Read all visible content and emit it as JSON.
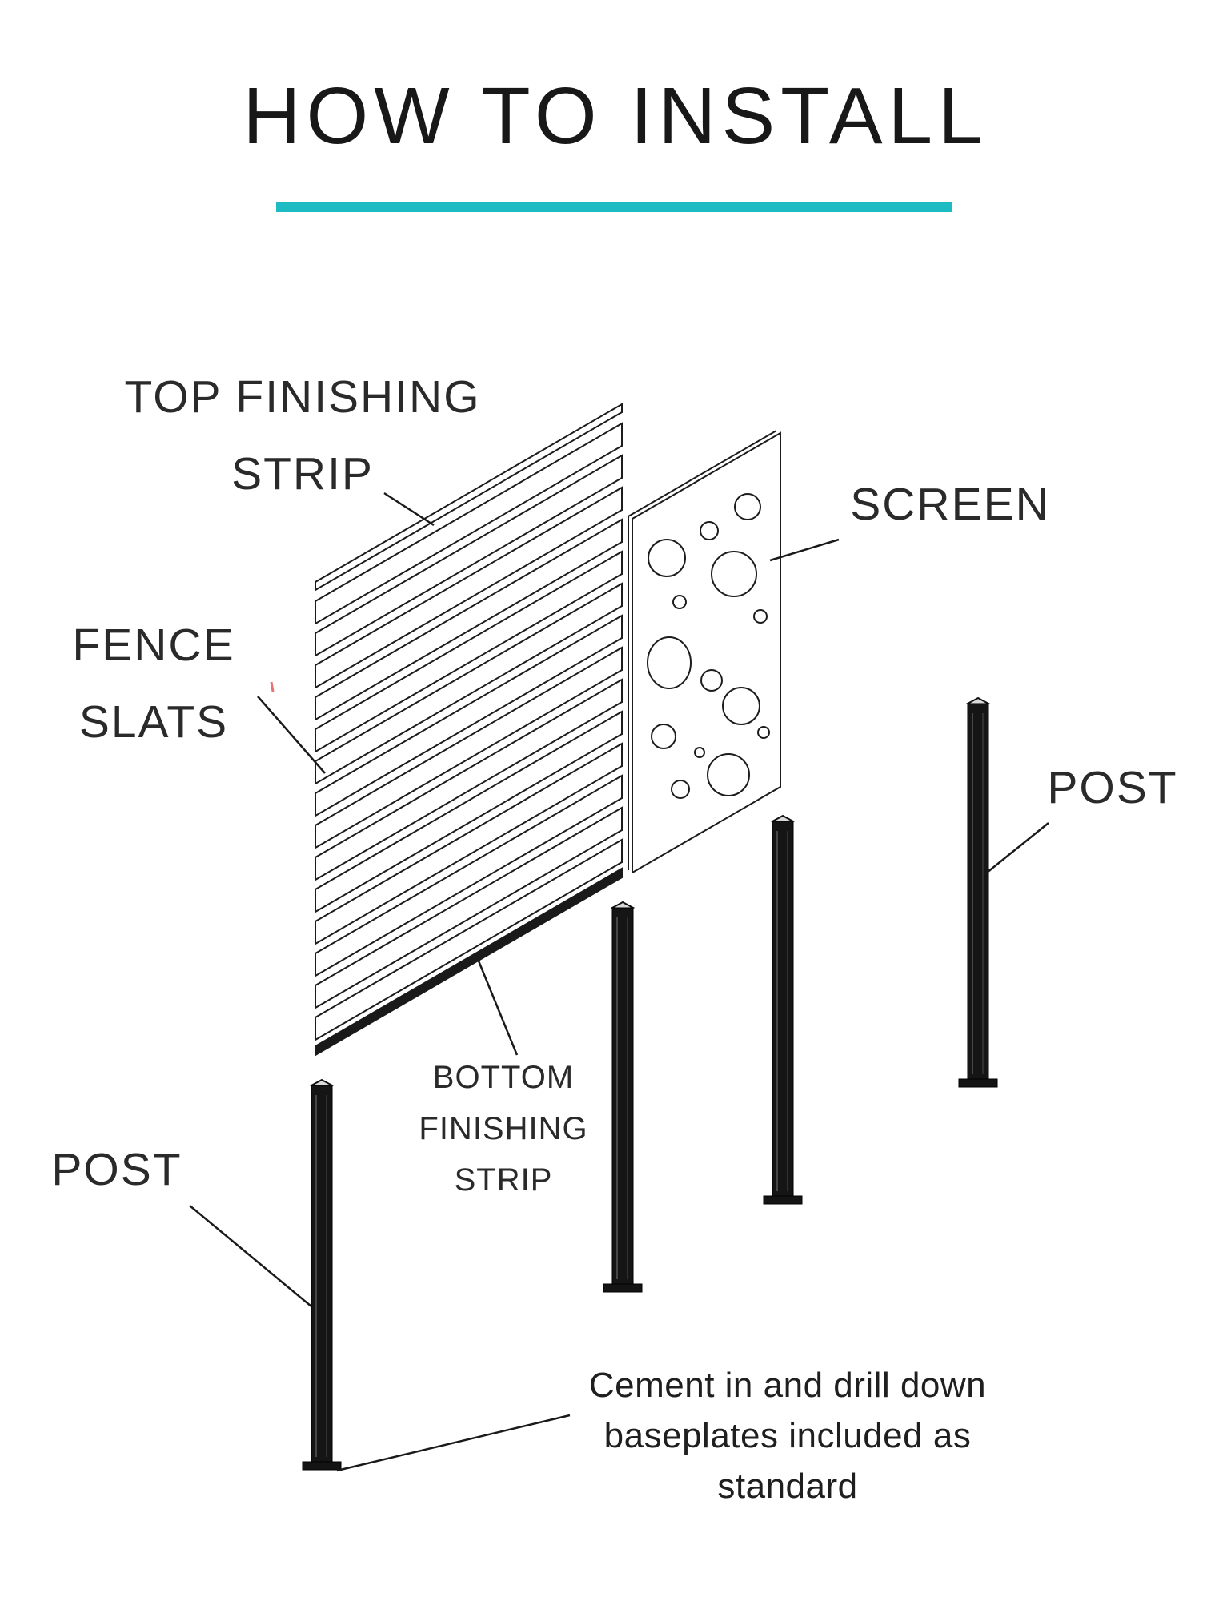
{
  "page": {
    "title": "HOW TO INSTALL",
    "accent_color": "#1CBCC2",
    "line_color": "#1a1a1a",
    "tick_color": "#e57373",
    "background": "#ffffff"
  },
  "labels": {
    "top_finishing_strip": {
      "line1": "TOP FINISHING",
      "line2": "STRIP"
    },
    "screen": {
      "line1": "SCREEN"
    },
    "fence_slats": {
      "line1": "FENCE",
      "line2": "SLATS"
    },
    "post_right": {
      "line1": "POST"
    },
    "post_left": {
      "line1": "POST"
    },
    "bottom_finishing_strip": {
      "line1": "BOTTOM",
      "line2": "FINISHING",
      "line3": "STRIP"
    },
    "baseplate_note": {
      "line1": "Cement in and drill down",
      "line2": "baseplates included as",
      "line3": "standard"
    }
  }
}
